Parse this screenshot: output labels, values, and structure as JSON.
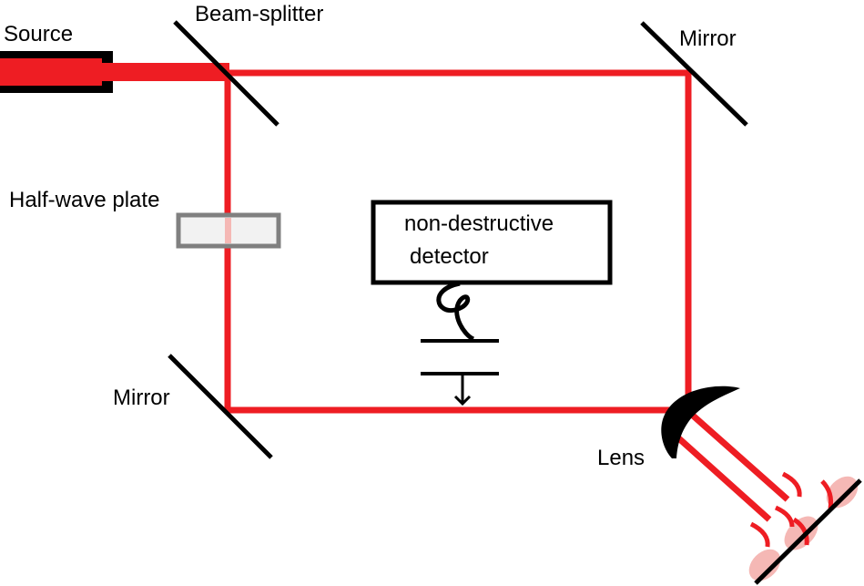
{
  "labels": {
    "source": "Source",
    "beam_splitter": "Beam-splitter",
    "mirror_top_right": "Mirror",
    "half_wave_plate": "Half-wave plate",
    "mirror_bottom_left": "Mirror",
    "lens": "Lens",
    "detector_line1": "non-destructive",
    "detector_line2": "detector"
  },
  "colors": {
    "beam": "#ee1d23",
    "optics": "#000000",
    "plate_frame": "#808080",
    "plate_fill": "#f2f2f2",
    "beam_pale": "#f5b8b5"
  },
  "icons": {
    "detector_coupling": "squiggle-wire-icon",
    "capacitor": "capacitor-plates-icon",
    "arrow": "down-arrow-icon"
  }
}
